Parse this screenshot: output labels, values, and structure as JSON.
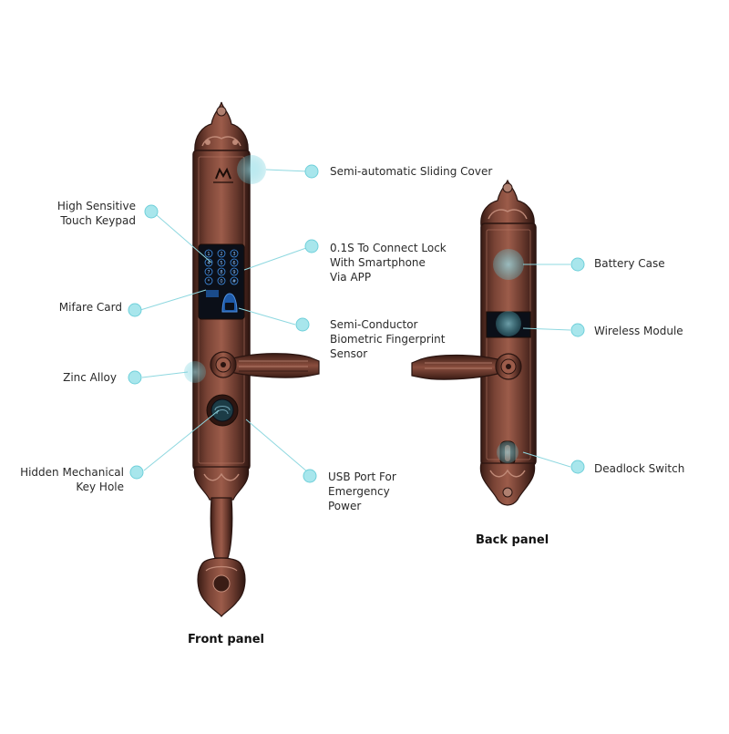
{
  "front_panel": {
    "caption": "Front panel",
    "labels": {
      "sliding_cover": "Semi-automatic Sliding Cover",
      "touch_keypad": "High Sensitive\nTouch Keypad",
      "connect_lock": "0.1S To Connect Lock\nWith Smartphone\nVia APP",
      "mifare_card": "Mifare Card",
      "fingerprint": "Semi-Conductor\nBiometric Fingerprint\nSensor",
      "zinc_alloy": "Zinc Alloy",
      "key_hole": "Hidden Mechanical\nKey Hole",
      "usb_port": "USB Port For\nEmergency\nPower"
    }
  },
  "back_panel": {
    "caption": "Back panel",
    "labels": {
      "battery_case": "Battery Case",
      "wireless_module": "Wireless Module",
      "deadlock_switch": "Deadlock Switch"
    }
  },
  "keypad_digits": [
    "1",
    "2",
    "3",
    "4",
    "5",
    "6",
    "7",
    "8",
    "9",
    "*",
    "0",
    "#"
  ],
  "colors": {
    "bronze": "#5a2f25",
    "bronze_dark": "#2a1410",
    "bronze_light": "#9a5a48",
    "dot": "#a8e6ec",
    "dot_edge": "#6fd0da",
    "leader": "#8fd8e0",
    "screen": "#0b0f18",
    "screen_glow": "#1e5aa8"
  }
}
